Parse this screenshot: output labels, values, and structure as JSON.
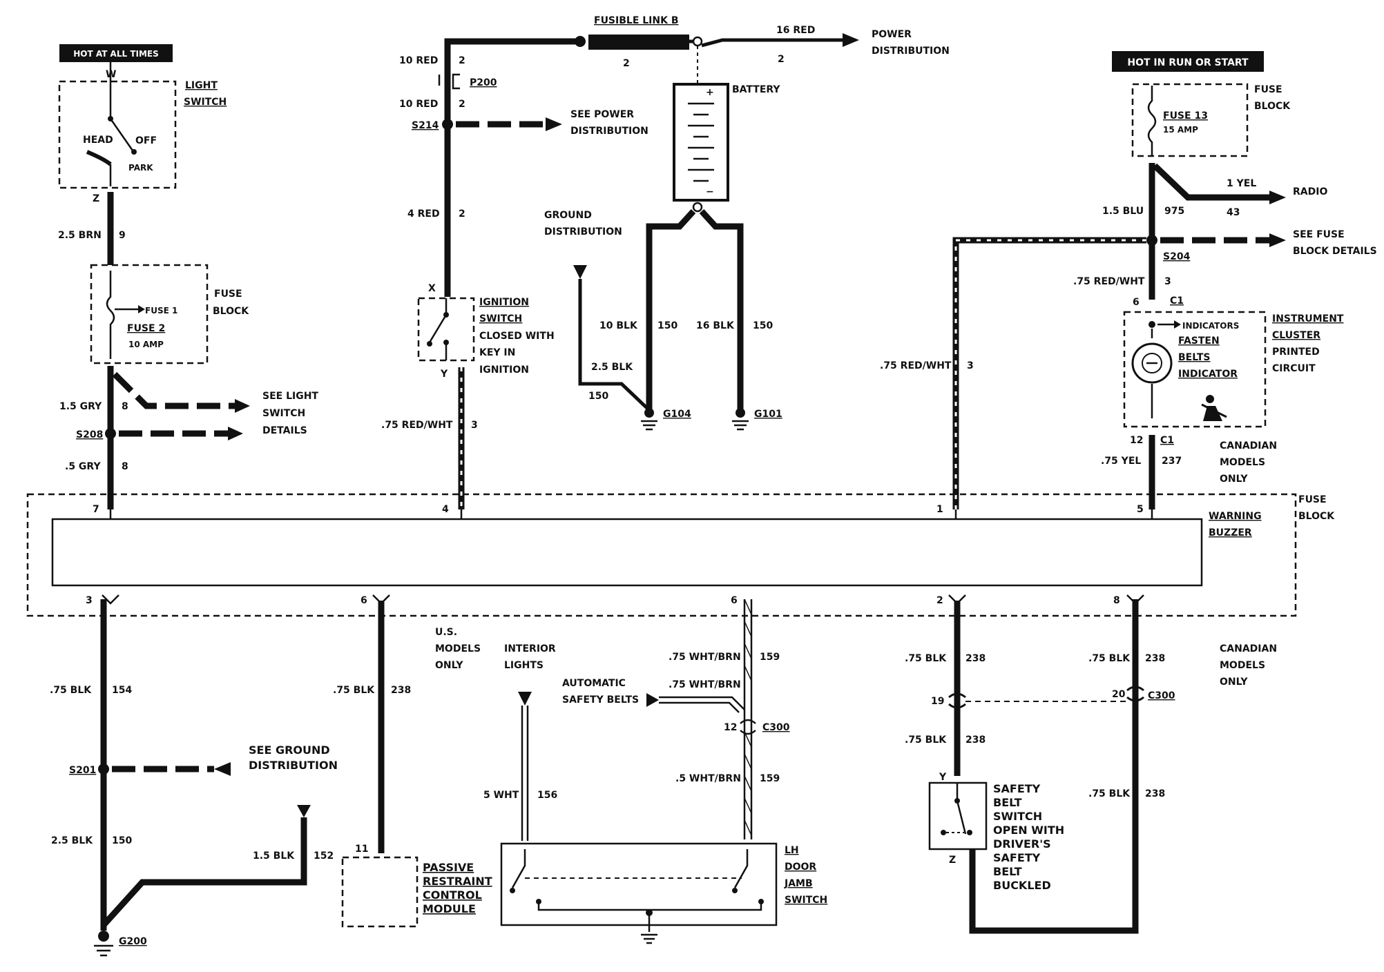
{
  "title_labels": {
    "hot_all": "HOT AT ALL TIMES",
    "hot_run": "HOT IN RUN OR START"
  },
  "components": {
    "light_switch": [
      "LIGHT",
      "SWITCH"
    ],
    "light_switch_pos": {
      "head": "HEAD",
      "off": "OFF",
      "park": "PARK",
      "w": "W",
      "z": "Z"
    },
    "fuse_block": [
      "FUSE",
      "BLOCK"
    ],
    "fuse1": "FUSE 1",
    "fuse2": "FUSE 2",
    "fuse2_amp": "10 AMP",
    "fuse13": "FUSE 13",
    "fuse13_amp": "15 AMP",
    "fusible_link": "FUSIBLE LINK B",
    "battery": "BATTERY",
    "ignition": [
      "IGNITION",
      "SWITCH",
      "CLOSED WITH",
      "KEY IN",
      "IGNITION"
    ],
    "ign_x": "X",
    "ign_y": "Y",
    "cluster": [
      "INSTRUMENT",
      "CLUSTER",
      "PRINTED",
      "CIRCUIT"
    ],
    "indicators": "INDICATORS",
    "fasten": [
      "FASTEN",
      "BELTS",
      "INDICATOR"
    ],
    "warning_buzzer": [
      "WARNING",
      "BUZZER"
    ],
    "passive": [
      "PASSIVE",
      "RESTRAINT",
      "CONTROL",
      "MODULE"
    ],
    "door_jamb": [
      "LH",
      "DOOR",
      "JAMB",
      "SWITCH"
    ],
    "safety_switch": [
      "SAFETY",
      "BELT",
      "SWITCH",
      "OPEN WITH",
      "DRIVER'S",
      "SAFETY",
      "BELT",
      "BUCKLED"
    ],
    "sbs_y": "Y",
    "sbs_z": "Z"
  },
  "wires": {
    "w_25brn": "2.5 BRN",
    "c9": "9",
    "w_15gry": "1.5 GRY",
    "c8a": "8",
    "w_5gry": ".5 GRY",
    "c8b": "8",
    "w_10red_a": "10 RED",
    "c2a": "2",
    "w_10red_b": "10 RED",
    "c2b": "2",
    "w_4red": "4 RED",
    "c2c": "2",
    "c2d": "2",
    "w_16red": "16 RED",
    "c2e": "2",
    "w_75rw_a": ".75 RED/WHT",
    "c3a": "3",
    "w_10blk": "10 BLK",
    "c150a": "150",
    "w_16blk": "16 BLK",
    "c150b": "150",
    "w_25blk_a": "2.5 BLK",
    "c150c": "150",
    "w_75rw_b": ".75 RED/WHT",
    "c3b": "3",
    "w_15blu": "1.5 BLU",
    "c975": "975",
    "w_1yel": "1 YEL",
    "c43": "43",
    "w_75rw_c": ".75 RED/WHT",
    "c3c": "3",
    "w_75yel": ".75 YEL",
    "c237": "237",
    "w_75blk_a": ".75 BLK",
    "c154": "154",
    "w_25blk_b": "2.5 BLK",
    "c150d": "150",
    "w_15blk": "1.5 BLK",
    "c152": "152",
    "w_75blk_b": ".75 BLK",
    "c238a": "238",
    "w_5wht": "5 WHT",
    "c156": "156",
    "w_75wb_a": ".75 WHT/BRN",
    "c159a": "159",
    "w_75wb_b": ".75 WHT/BRN",
    "w_5wb": ".5 WHT/BRN",
    "c159b": "159",
    "w_75blk_c": ".75 BLK",
    "c238b": "238",
    "w_75blk_d": ".75 BLK",
    "c238c": "238",
    "w_75blk_e": ".75 BLK",
    "c238d": "238",
    "w_75blk_f": ".75 BLK",
    "c238e": "238"
  },
  "pins": {
    "p7": "7",
    "p4": "4",
    "p1": "1",
    "p5": "5",
    "p3": "3",
    "p6b": "6",
    "p6": "6",
    "p2": "2",
    "p8": "8",
    "p11": "11",
    "p12": "12",
    "p6c": "6",
    "p19": "19",
    "p20": "20",
    "p12b": "12"
  },
  "connectors": {
    "p200": "P200",
    "s214": "S214",
    "s208": "S208",
    "s204": "S204",
    "s201": "S201",
    "c1a": "C1",
    "c1b": "C1",
    "c300a": "C300",
    "c300b": "C300"
  },
  "grounds": {
    "g104": "G104",
    "g101": "G101",
    "g200": "G200"
  },
  "notes": {
    "see_power_1": [
      "SEE POWER",
      "DISTRIBUTION"
    ],
    "power_dist": [
      "POWER",
      "DISTRIBUTION"
    ],
    "ground_dist": [
      "GROUND",
      "DISTRIBUTION"
    ],
    "see_light": [
      "SEE LIGHT",
      "SWITCH",
      "DETAILS"
    ],
    "radio": "RADIO",
    "see_fuse": [
      "SEE FUSE",
      "BLOCK DETAILS"
    ],
    "canadian_1": [
      "CANADIAN",
      "MODELS",
      "ONLY"
    ],
    "canadian_2": [
      "CANADIAN",
      "MODELS",
      "ONLY"
    ],
    "us_only": [
      "U.S.",
      "MODELS",
      "ONLY"
    ],
    "interior": [
      "INTERIOR",
      "LIGHTS"
    ],
    "auto_belts": [
      "AUTOMATIC",
      "SAFETY BELTS"
    ],
    "see_ground": [
      "SEE GROUND",
      "DISTRIBUTION"
    ],
    "fuse_block_r": [
      "FUSE",
      "BLOCK"
    ]
  }
}
